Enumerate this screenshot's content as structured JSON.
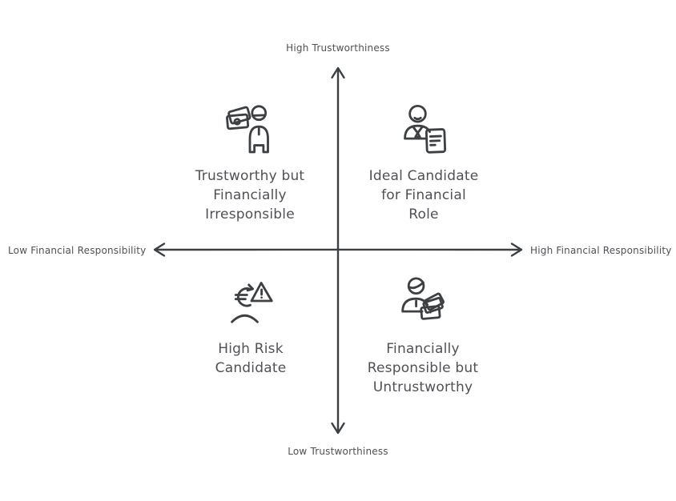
{
  "diagram": {
    "type": "quadrant-matrix",
    "colors": {
      "background": "#ffffff",
      "line": "#3d4043",
      "text": "#4e5155"
    },
    "axes": {
      "vertical_top_label": "High Trustworthiness",
      "vertical_bottom_label": "Low Trustworthiness",
      "horizontal_left_label": "Low Financial Responsibility",
      "horizontal_right_label": "High Financial Responsibility"
    },
    "quadrants": [
      {
        "position": "top-left",
        "icon": "banknotes-person-icon",
        "label": "Trustworthy but Financially Irresponsible",
        "lines": [
          "Trustworthy but",
          "Financially",
          "Irresponsible"
        ]
      },
      {
        "position": "top-right",
        "icon": "candidate-document-icon",
        "label": "Ideal Candidate for Financial Role",
        "lines": [
          "Ideal Candidate",
          "for Financial",
          "Role"
        ]
      },
      {
        "position": "bottom-left",
        "icon": "euro-warning-icon",
        "label": "High Risk Candidate",
        "lines": [
          "High Risk",
          "Candidate"
        ]
      },
      {
        "position": "bottom-right",
        "icon": "person-banknotes-icon",
        "label": "Financially Responsible but Untrustworthy",
        "lines": [
          "Financially",
          "Responsible but",
          "Untrustworthy"
        ]
      }
    ]
  }
}
